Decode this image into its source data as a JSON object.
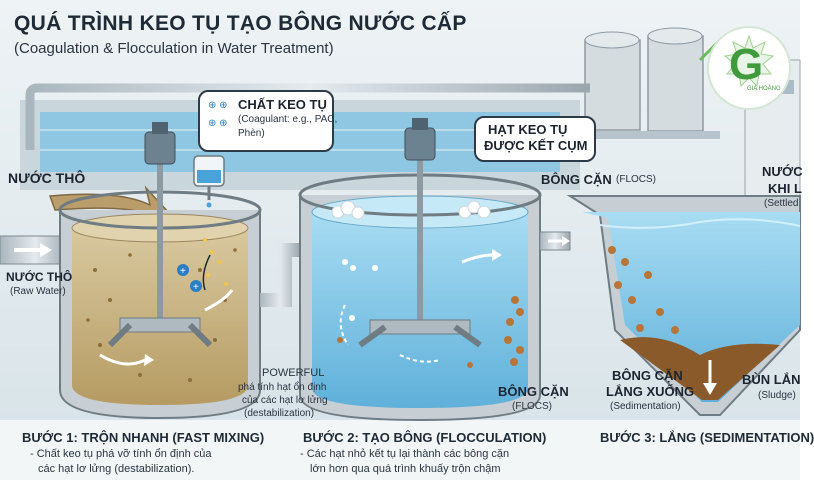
{
  "title": "QUÁ TRÌNH KEO TỤ TẠO BÔNG NƯỚC CẤP",
  "subtitle": "(Coagulation & Flocculation in Water Treatment)",
  "logo": {
    "letter": "G",
    "text": "GIA HOÀNG"
  },
  "labels": {
    "raw_water_top": "NƯỚC THÔ",
    "raw_water": "NƯỚC THÔ",
    "raw_water_en": "(Raw Water)",
    "coagulant": "CHẤT KEO TỤ",
    "coagulant_en": "(Coagulant: e.g., PAC,",
    "coagulant_en2": "Phèn)",
    "powerful": "POWERFUL",
    "powerful_d1": "phá tính hạt ổn định",
    "powerful_d2": "của các hạt lơ lửng",
    "powerful_d3": "(destabilization)",
    "clump_1": "HẠT KEO TỤ",
    "clump_2": "ĐƯỢC KẾT CỤM",
    "flocs_top": "BÔNG CẶN",
    "flocs_top_en": "(FLOCS)",
    "flocs_bottom": "BÔNG CẶN",
    "flocs_bottom_en": "(FLOCS)",
    "settled_1": "NƯỚC",
    "settled_2": "KHI L",
    "settled_en": "(Settled",
    "sediment_1": "BÔNG CẶN",
    "sediment_2": "LẮNG XUỐNG",
    "sediment_en": "(Sedimentation)",
    "sludge": "BÙN LẮN",
    "sludge_en": "(Sludge)"
  },
  "steps": [
    {
      "heading": "BƯỚC 1: TRỘN NHANH (FAST MIXING)",
      "line1": "- Chất keo tụ phá vỡ tính ổn định của",
      "line2": "các hạt lơ lửng (destabilization)."
    },
    {
      "heading": "BƯỚC 2: TẠO BÔNG (FLOCCULATION)",
      "line1": "- Các hạt nhỏ kết tụ lại thành các bông cặn",
      "line2": "lớn hơn qua quá trình khuấy trộn chậm"
    },
    {
      "heading": "BƯỚC 3: LẮNG (SEDIMENTATION)",
      "line1": "",
      "line2": ""
    }
  ],
  "colors": {
    "water": "#7fc4e6",
    "murky": "#c9b27f",
    "floc": "#b8753a",
    "pipe": "#b8c4cc",
    "tank": "#c7cfd4"
  }
}
